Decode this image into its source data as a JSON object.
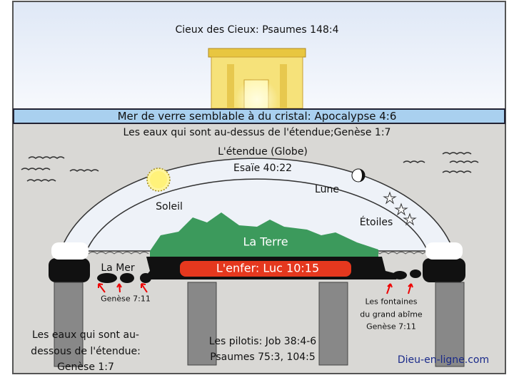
{
  "heaven": {
    "label": "Cieux des Cieux: Psaumes 148:4"
  },
  "glass_sea": {
    "label": "Mer de verre semblable à du cristal: Apocalypse 4:6"
  },
  "waters_above": {
    "label": "Les eaux qui sont au-dessus de l'étendue;Genèse 1:7"
  },
  "firmament": {
    "title": "L'étendue (Globe)",
    "ref": "Esaïe 40:22"
  },
  "sun": {
    "label": "Soleil"
  },
  "moon": {
    "label": "Lune"
  },
  "stars": {
    "label": "Étoiles"
  },
  "earth": {
    "label": "La Terre"
  },
  "sea": {
    "label": "La Mer"
  },
  "hell": {
    "label": "L'enfer: Luc 10:15"
  },
  "springs_left": {
    "ref": "Genèse 7:11"
  },
  "springs_right": {
    "line1": "Les fontaines",
    "line2": "du grand abîme",
    "ref": "Genèse 7:11"
  },
  "waters_below": {
    "line1": "Les eaux qui sont au-",
    "line2": "dessous de l'étendue:",
    "line3": "Genèse 1:7"
  },
  "pillars": {
    "line1": "Les pilotis: Job 38:4-6",
    "line2": "Psaumes 75:3, 104:5"
  },
  "watermark": {
    "label": "Dieu-en-ligne.com"
  },
  "colors": {
    "band": "#a9d0ef",
    "ground": "#d9d8d5",
    "land": "#3c9a5c",
    "hell": "#e5381e",
    "watermark": "#1a2a8a"
  }
}
